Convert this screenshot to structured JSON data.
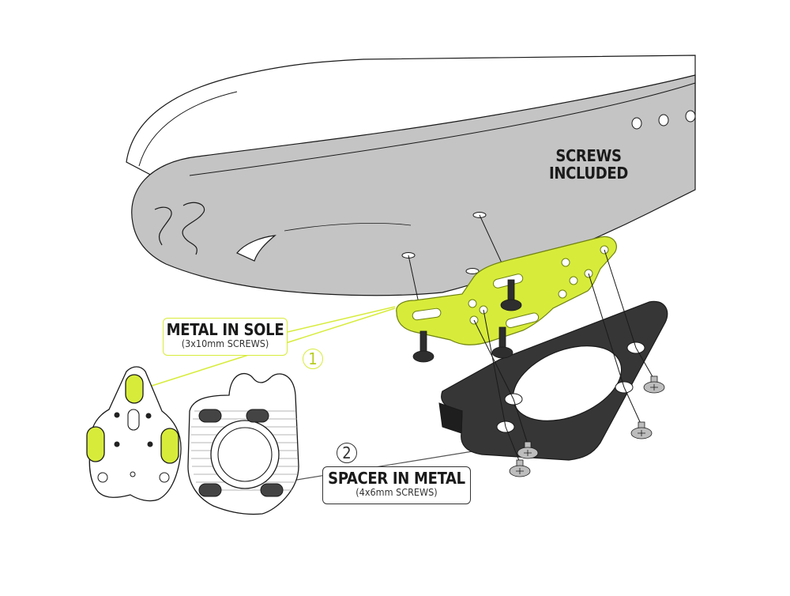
{
  "labels": {
    "screws_included_line1": "SCREWS",
    "screws_included_line2": "INCLUDED",
    "metal_in_sole_title": "METAL IN SOLE",
    "metal_in_sole_sub": "(3x10mm SCREWS)",
    "spacer_title": "SPACER IN METAL",
    "spacer_sub": "(4x6mm SCREWS)",
    "step1": "1",
    "step2": "2"
  },
  "colors": {
    "accent": "#d7ec3a",
    "accent_stroke": "#9cb51a",
    "sole_gray": "#c4c4c4",
    "spacer_dark": "#333333",
    "outline": "#1a1a1a"
  }
}
